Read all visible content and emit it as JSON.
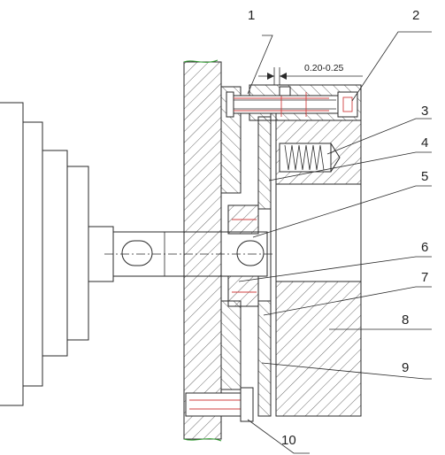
{
  "drawing": {
    "clearance": "0.20-0.25",
    "part_numbers": [
      "1",
      "2",
      "3",
      "4",
      "5",
      "6",
      "7",
      "8",
      "9",
      "10"
    ]
  },
  "colors": {
    "line": "#2a2a2a",
    "red": "#d04040",
    "green": "#2e9a2e"
  }
}
